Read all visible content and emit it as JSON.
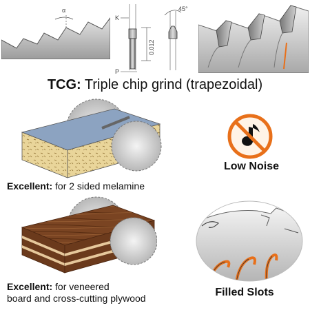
{
  "diagram": {
    "dimensions": {
      "angle_alpha": "α",
      "chamfer_angle": "45°",
      "chamfer_height": "0.012",
      "k": "K",
      "p": "P"
    },
    "title": {
      "bold": "TCG:",
      "rest": " Triple chip grind (trapezoidal)"
    },
    "applications": [
      {
        "bold": "Excellent:",
        "text": " for 2 sided melamine"
      },
      {
        "bold": "Excellent:",
        "text": " for veneered",
        "line2": "board and cross-cutting plywood"
      }
    ],
    "features": [
      {
        "label": "Low Noise",
        "icon": "no-noise-icon"
      },
      {
        "label": "Filled Slots",
        "icon": "filled-slots-icon"
      }
    ],
    "colors": {
      "accent": "#e8701a",
      "board_top": "#8ca3c1",
      "board_core": "#e9d59a",
      "wood_dark": "#6b3a1c",
      "wood_light": "#e6c89c"
    }
  }
}
